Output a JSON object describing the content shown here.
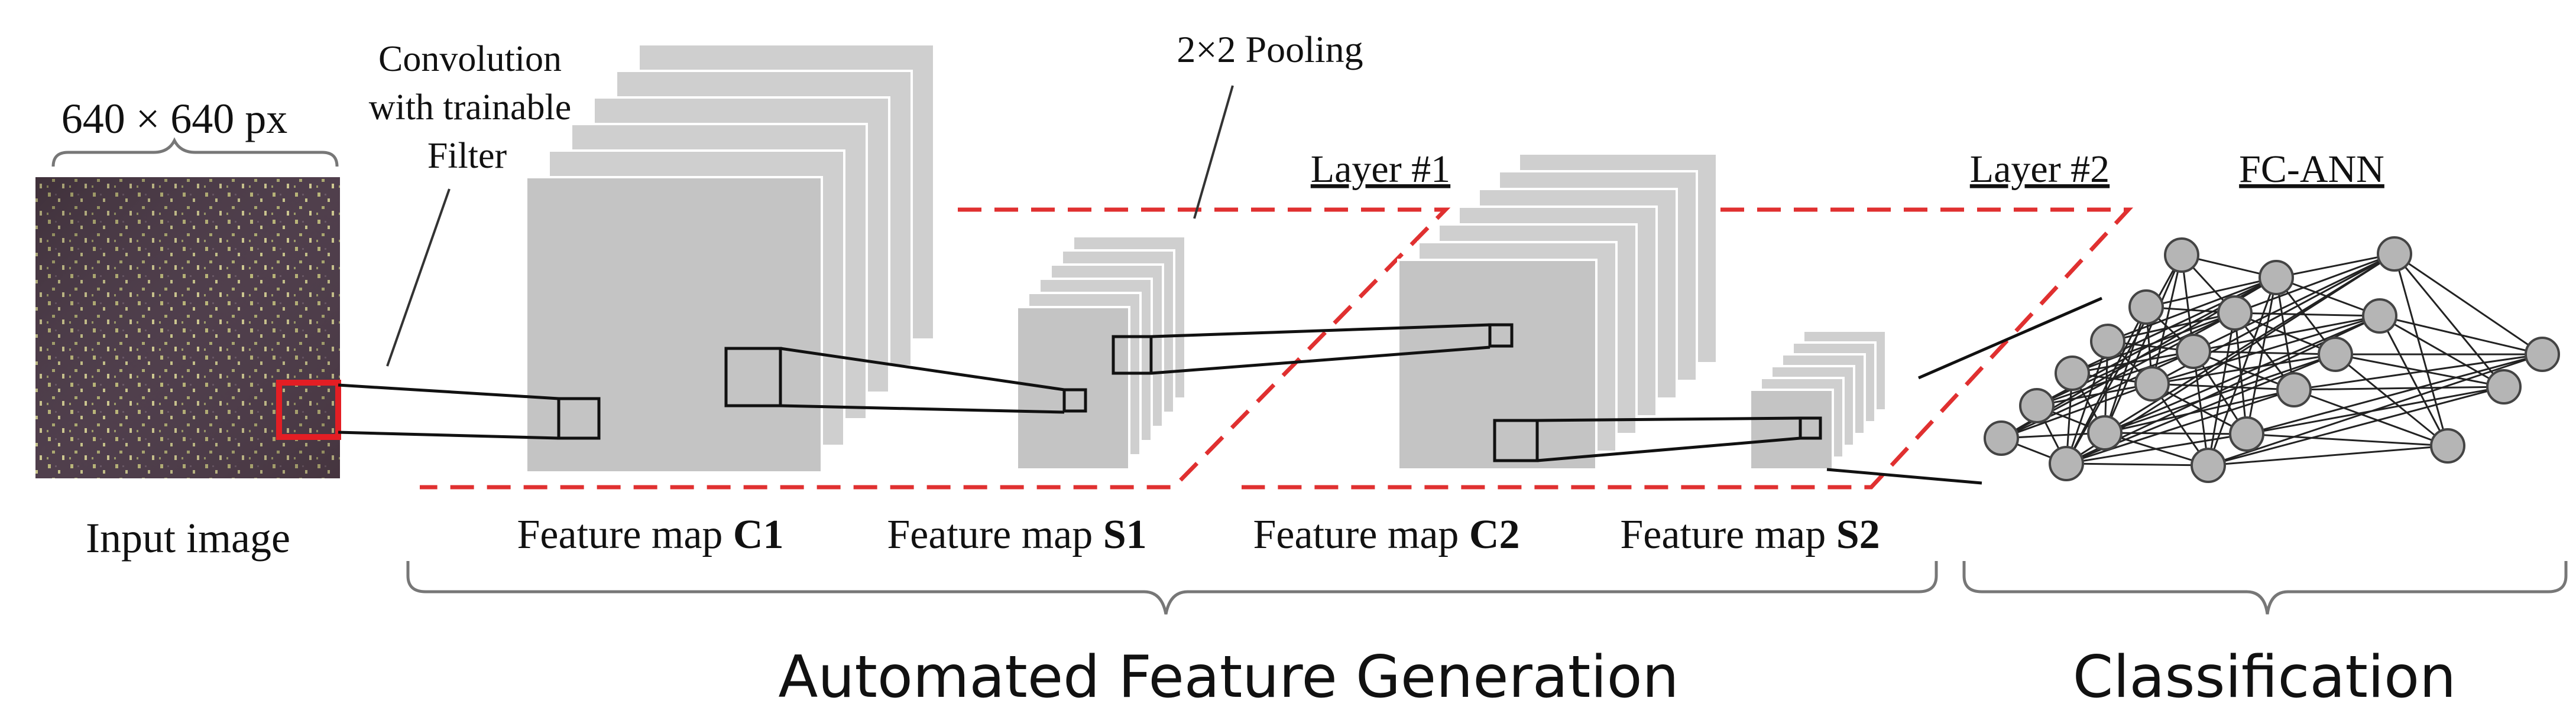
{
  "labels": {
    "input_size": "640 × 640 px",
    "conv_line1": "Convolution",
    "conv_line2": "with trainable",
    "conv_line3": "Filter",
    "pooling": "2×2 Pooling",
    "layer1": "Layer #1",
    "layer2": "Layer #2",
    "fc_ann": "FC-ANN",
    "input_image": "Input image",
    "fm_prefix": "Feature map",
    "c1": "C1",
    "s1": "S1",
    "c2": "C2",
    "s2": "S2",
    "automated": "Automated Feature Generation",
    "classification": "Classification"
  },
  "colors": {
    "dashed_region": "#e03030",
    "receptive_field": "#e31e24",
    "map_front": "#c4c4c4",
    "map_back": "#cfcfcf",
    "map_edge": "#ffffff",
    "neuron": "#b5b5b5",
    "input_image": "#4a3a40"
  },
  "network": {
    "layer_sizes": [
      5,
      6,
      6,
      4
    ]
  }
}
